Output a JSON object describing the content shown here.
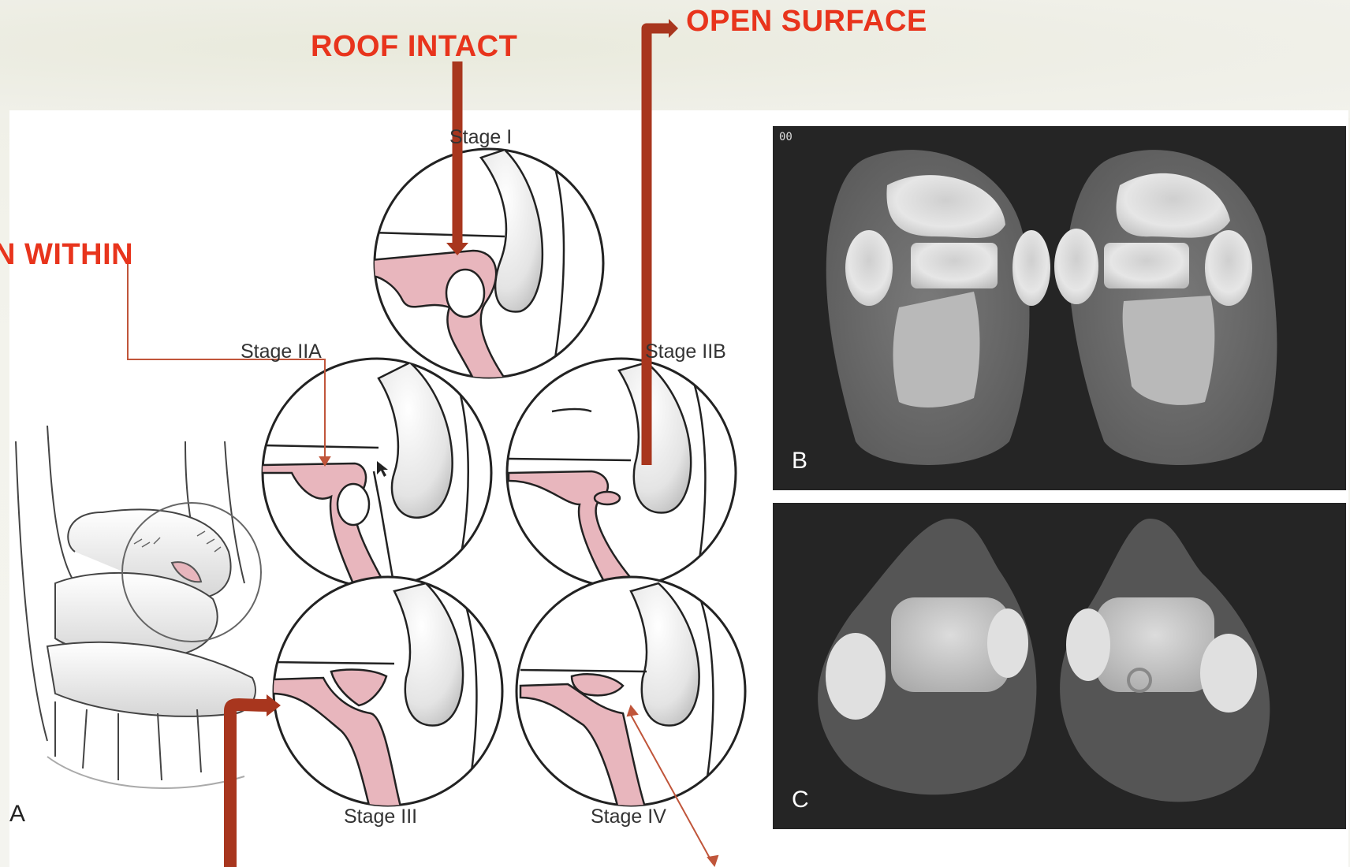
{
  "annotations": {
    "roof_intact": "ROOF INTACT",
    "open_surface": "OPEN SURFACE",
    "within": "N WITHIN"
  },
  "stages": {
    "stage_1": "Stage I",
    "stage_2a": "Stage IIA",
    "stage_2b": "Stage IIB",
    "stage_3": "Stage III",
    "stage_4": "Stage IV"
  },
  "panels": {
    "a": "A",
    "b": "B",
    "c": "C",
    "ct_marker": "00"
  },
  "colors": {
    "annotation_red": "#e8341c",
    "arrow_dark_red": "#a8361e",
    "lesion_pink": "#e8b6bd",
    "line_arrow": "#c0553a"
  }
}
